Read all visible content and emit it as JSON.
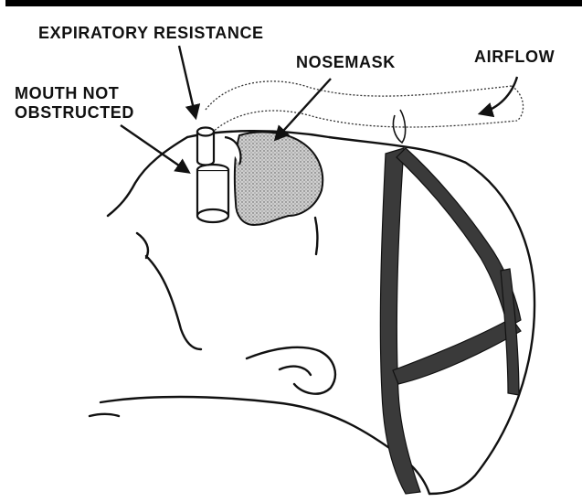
{
  "labels": {
    "expiratory_resistance": "EXPIRATORY RESISTANCE",
    "nosemask": "NOSEMASK",
    "airflow": "AIRFLOW",
    "mouth_line1": "MOUTH NOT",
    "mouth_line2": "OBSTRUCTED"
  },
  "colors": {
    "ink": "#111111",
    "mask_fill": "#bdbdbd",
    "strap": "#3a3a3a"
  }
}
